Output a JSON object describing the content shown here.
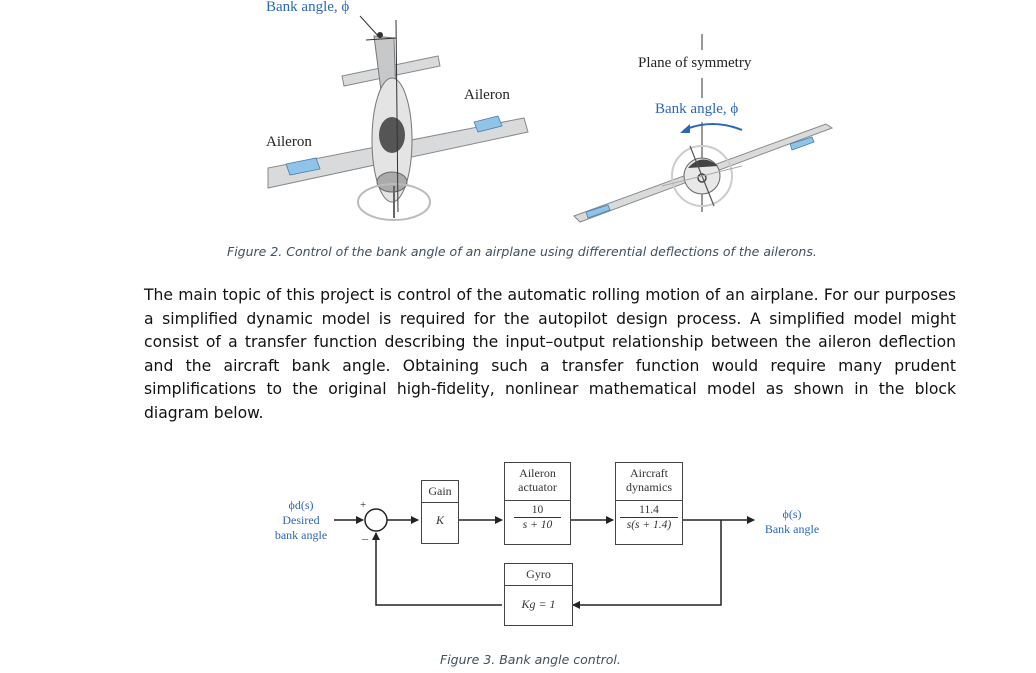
{
  "figure2": {
    "labels": {
      "bank_angle_left": "Bank angle, ϕ",
      "aileron_top": "Aileron",
      "aileron_left": "Aileron",
      "plane_of_symmetry": "Plane of symmetry",
      "bank_angle_right": "Bank angle, ϕ"
    },
    "caption": "Figure 2. Control of the bank angle of an airplane using differential deflections of the ailerons."
  },
  "paragraph": "The main topic of this project is control of the automatic rolling motion of an airplane. For our purposes a simplified dynamic model is required for the autopilot design process. A simplified model might consist of a transfer function describing the input–output relationship between the aileron deflection and the aircraft bank angle. Obtaining such a transfer function would require many prudent simplifications to the original high-fidelity, nonlinear mathematical model as shown in the block diagram below.",
  "block_diagram": {
    "input": {
      "symbol": "ϕd(s)",
      "line1": "Desired",
      "line2": "bank angle"
    },
    "sum": {
      "plus": "+",
      "minus": "–"
    },
    "gain": {
      "title": "Gain",
      "value": "K"
    },
    "actuator": {
      "title_line1": "Aileron",
      "title_line2": "actuator",
      "num": "10",
      "den": "s + 10"
    },
    "dynamics": {
      "title_line1": "Aircraft",
      "title_line2": "dynamics",
      "num": "11.4",
      "den": "s(s + 1.4)"
    },
    "gyro": {
      "title": "Gyro",
      "value": "Kg = 1"
    },
    "output": {
      "symbol": "ϕ(s)",
      "label": "Bank angle"
    }
  },
  "figure3_caption": "Figure 3. Bank angle control.",
  "colors": {
    "accent_blue": "#2c66b8",
    "aileron_blue": "#8fc4e8",
    "caption_gray": "#3f5060"
  }
}
